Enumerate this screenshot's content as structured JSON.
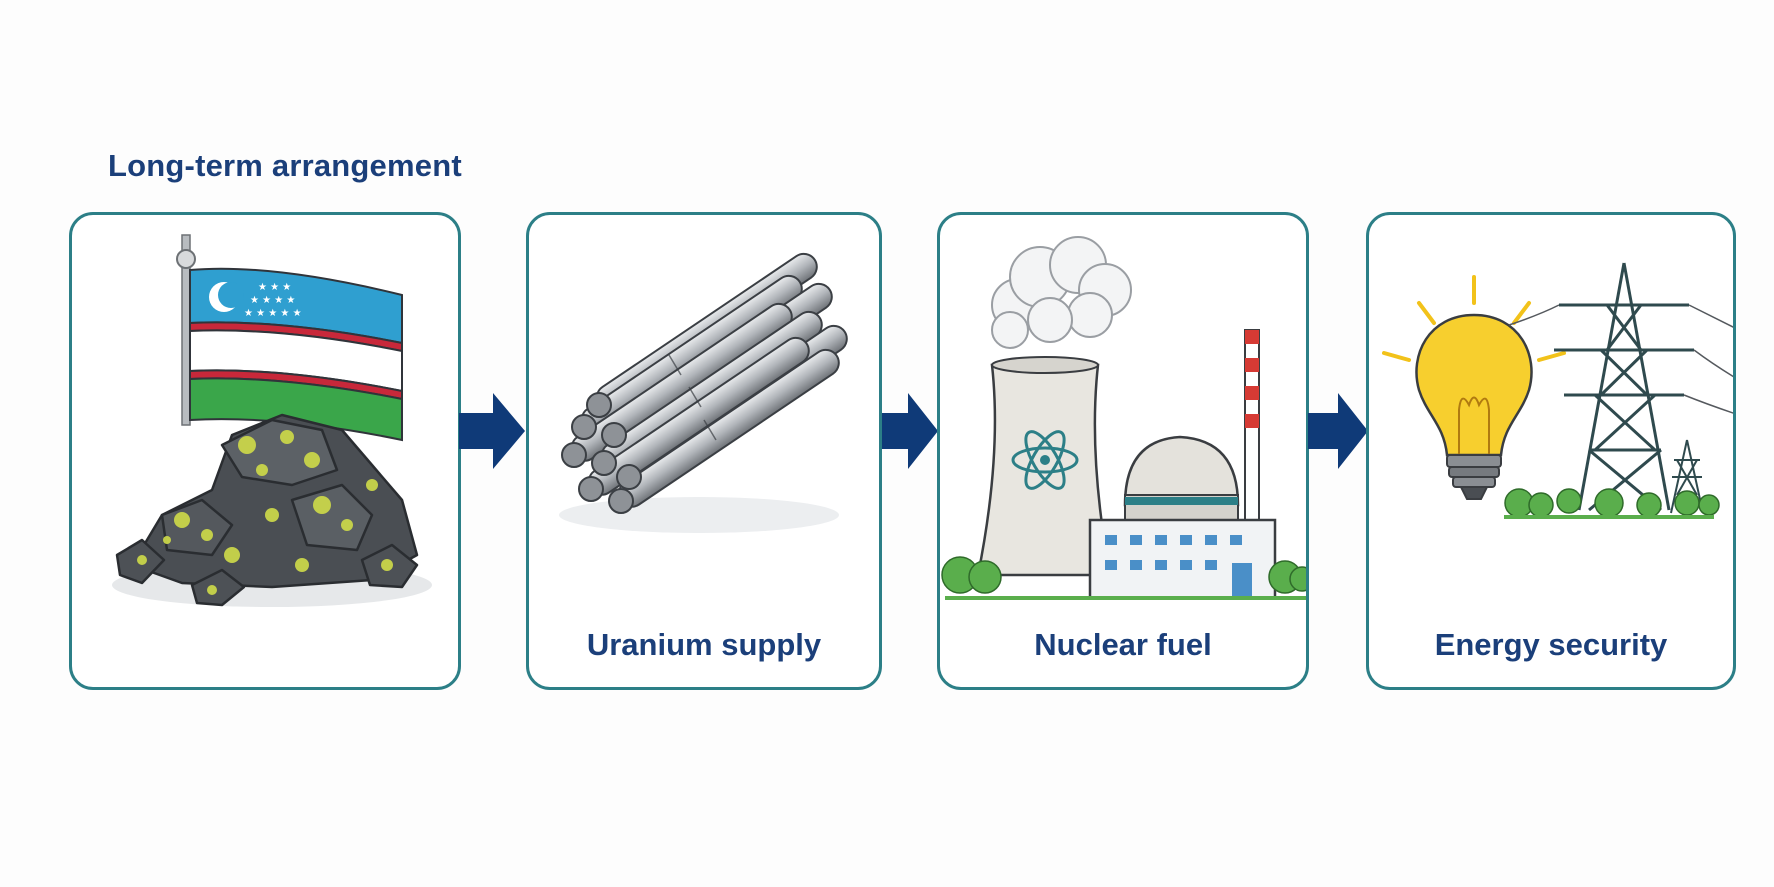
{
  "heading": "Long-term arrangement",
  "steps": [
    {
      "label": "",
      "icon": "uzbekistan-flag-ore-icon"
    },
    {
      "label": "Uranium supply",
      "icon": "fuel-rods-icon"
    },
    {
      "label": "Nuclear fuel",
      "icon": "nuclear-plant-icon"
    },
    {
      "label": "Energy security",
      "icon": "lightbulb-pylon-icon"
    }
  ],
  "colors": {
    "card_border": "#2c7f87",
    "text": "#1b3f7a",
    "arrow": "#0f3a78",
    "flag_blue": "#2f9fd0",
    "flag_red": "#c8283a",
    "flag_green": "#3aa64a",
    "bulb_yellow": "#f7cf2e",
    "ore_yellow": "#c9d54a"
  }
}
